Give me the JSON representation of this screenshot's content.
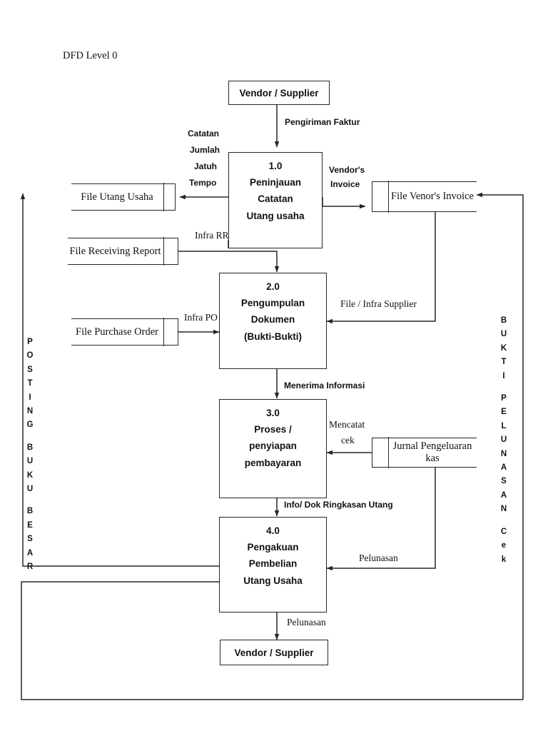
{
  "title": "DFD Level 0",
  "entities": [
    {
      "name": "vendor-supplier-top",
      "label": "Vendor / Supplier"
    },
    {
      "name": "vendor-supplier-bottom",
      "label": "Vendor / Supplier"
    }
  ],
  "processes": [
    {
      "name": "process-1",
      "id": "1.0",
      "lines": [
        "1.0",
        "Peninjauan",
        "Catatan",
        "Utang usaha"
      ]
    },
    {
      "name": "process-2",
      "id": "2.0",
      "lines": [
        "2.0",
        "Pengumpulan",
        "Dokumen",
        "(Bukti-Bukti)"
      ]
    },
    {
      "name": "process-3",
      "id": "3.0",
      "lines": [
        "3.0",
        "Proses /",
        "penyiapan",
        "pembayaran"
      ]
    },
    {
      "name": "process-4",
      "id": "4.0",
      "lines": [
        "4.0",
        "Pengakuan",
        "Pembelian",
        "Utang Usaha"
      ]
    }
  ],
  "stores": [
    {
      "name": "store-file-utang-usaha",
      "label": "File Utang Usaha"
    },
    {
      "name": "store-file-receiving-report",
      "label": "File Receiving Report"
    },
    {
      "name": "store-file-purchase-order",
      "label": "File Purchase Order"
    },
    {
      "name": "store-file-vendors-invoice",
      "label": "File Venor's Invoice"
    },
    {
      "name": "store-jurnal-pengeluaran-kas",
      "label": "Jurnal Pengeluaran kas"
    }
  ],
  "flows": {
    "pengiriman_faktur": "Pengiriman Faktur",
    "catatan": "Catatan",
    "jumlah": "Jumlah",
    "jatuh": "Jatuh",
    "tempo": "Tempo",
    "vendors": "Vendor's",
    "invoice": "Invoice",
    "infra_rr": "Infra RR",
    "infra_po": "Infra PO",
    "file_infra_supplier": "File / Infra Supplier",
    "menerima_informasi": "Menerima Informasi",
    "mencatat": "Mencatat",
    "cek": "cek",
    "info_dok_ringkasan_utang": "Info/ Dok Ringkasan Utang",
    "pelunasan_right": "Pelunasan",
    "pelunasan_bottom": "Pelunasan"
  },
  "vertical_labels": {
    "left": {
      "name": "posting-buku-besar",
      "text": "POSTING BUKU BESAR",
      "letters": [
        "P",
        "O",
        "S",
        "T",
        "I",
        "N",
        "G",
        "",
        "B",
        "U",
        "K",
        "U",
        "",
        "B",
        "E",
        "S",
        "A",
        "R"
      ]
    },
    "right": {
      "name": "bukti-pelunasan-cek",
      "text": "BUKTI PELUNASAN Cek",
      "letters": [
        "B",
        "U",
        "K",
        "T",
        "I",
        "",
        "P",
        "E",
        "L",
        "U",
        "N",
        "A",
        "S",
        "A",
        "N",
        "",
        "C",
        "e",
        "k"
      ]
    }
  },
  "colors": {
    "line": "#262626",
    "text": "#111111",
    "background": "#ffffff"
  }
}
